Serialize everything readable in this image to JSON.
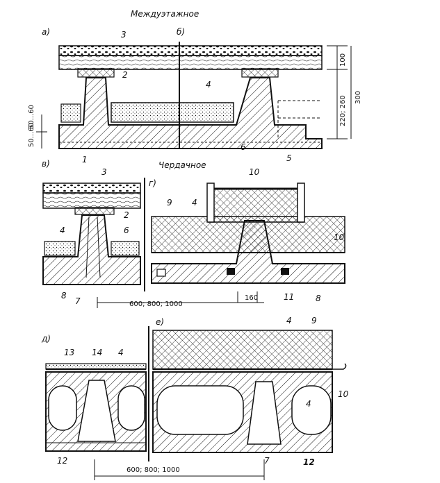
{
  "captions": {
    "interfloor": "Междуэтажное",
    "attic": "Чердачное"
  },
  "panels": {
    "a": "а)",
    "b": "б)",
    "v": "в)",
    "g": "г)",
    "d": "д)",
    "e": "е)"
  },
  "dimensions": {
    "d100": "100",
    "d220_260": "220; 260",
    "d300": "300",
    "d50_60_a": "50...60",
    "d50_60_b": "50...60",
    "d160": "160",
    "span_top": "600; 800; 1000",
    "span_bottom": "600; 800; 1000"
  },
  "callouts": {
    "c1": "1",
    "c2a": "2",
    "c2v": "2",
    "c3a": "3",
    "c3v": "3",
    "c4b": "4",
    "c4v": "4",
    "c4g": "4",
    "c4d": "4",
    "c4e1": "4",
    "c4e2": "4",
    "c5": "5",
    "c6b": "6",
    "c6v": "6",
    "c7v": "7",
    "c7e": "7",
    "c8v": "8",
    "c8g": "8",
    "c9g": "9",
    "c9e": "9",
    "c10g_top": "10",
    "c10g": "10",
    "c10e": "10",
    "c11": "11",
    "c12d": "12",
    "c12e": "12",
    "c13": "13",
    "c14": "14"
  },
  "colors": {
    "ink": "#111111",
    "paper": "#ffffff"
  }
}
